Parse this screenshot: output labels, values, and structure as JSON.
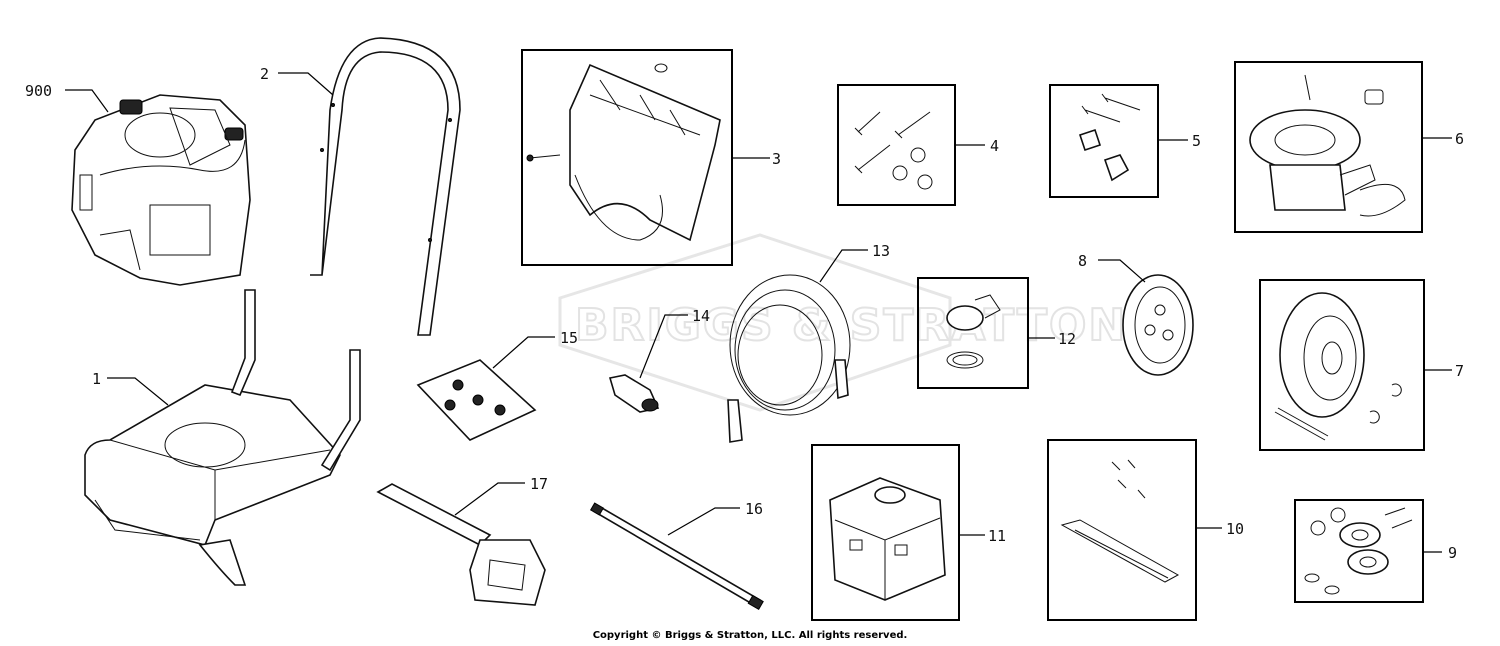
{
  "watermark": {
    "text": "BRIGGS & STRATTON"
  },
  "parts": [
    {
      "id": "900"
    },
    {
      "id": "1"
    },
    {
      "id": "2"
    },
    {
      "id": "3"
    },
    {
      "id": "4"
    },
    {
      "id": "5"
    },
    {
      "id": "6"
    },
    {
      "id": "7"
    },
    {
      "id": "8"
    },
    {
      "id": "9"
    },
    {
      "id": "10"
    },
    {
      "id": "11"
    },
    {
      "id": "12"
    },
    {
      "id": "13"
    },
    {
      "id": "14"
    },
    {
      "id": "15"
    },
    {
      "id": "16"
    },
    {
      "id": "17"
    }
  ],
  "copyright": "Copyright © Briggs & Stratton, LLC. All rights reserved."
}
